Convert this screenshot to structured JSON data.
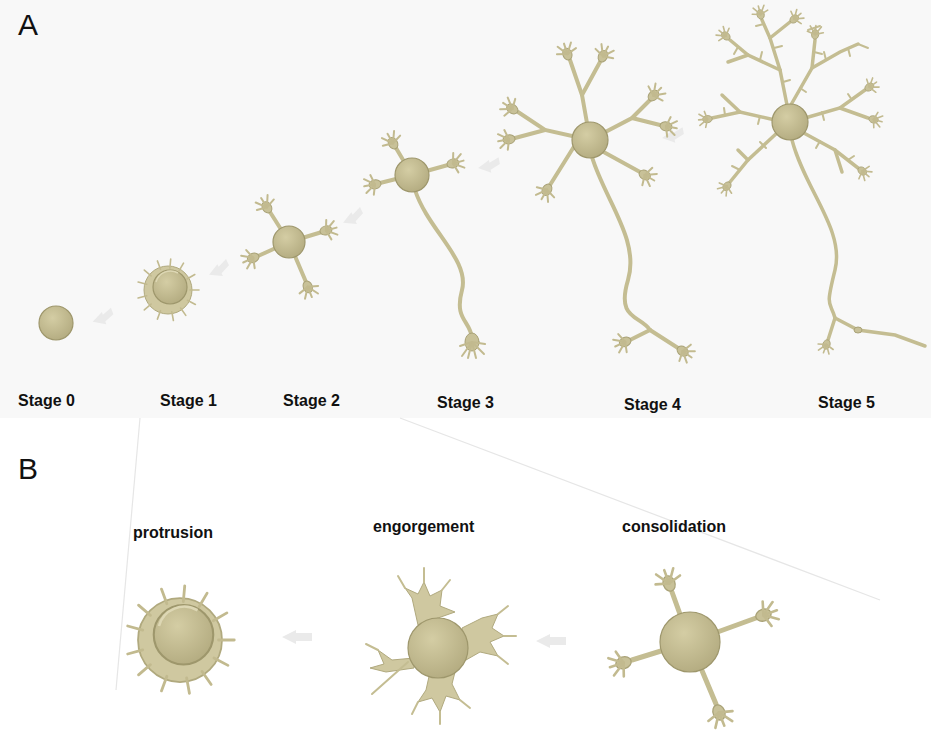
{
  "diagram": {
    "labels": [
      "A",
      "Stage 0",
      "Stage 1",
      "Stage 2",
      "Stage 3",
      "Stage 4",
      "Stage 5",
      "B",
      "protrusion",
      "engorgement",
      "consolidation"
    ]
  }
}
